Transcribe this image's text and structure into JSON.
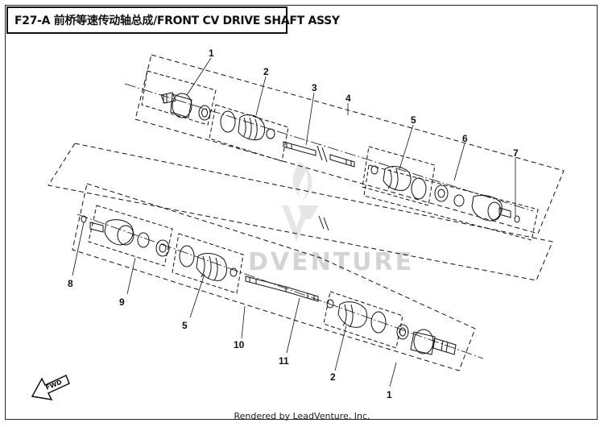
{
  "title": "F27-A 前桥等速传动轴总成/FRONT CV DRIVE SHAFT ASSY",
  "watermark": "DVENTURE",
  "direction_label": "FWD",
  "footer": "Rendered by LeadVenture, Inc.",
  "callouts": {
    "upper": [
      "1",
      "2",
      "3",
      "4",
      "5",
      "6",
      "7"
    ],
    "lower": [
      "8",
      "9",
      "5",
      "10",
      "11",
      "2",
      "1"
    ]
  }
}
